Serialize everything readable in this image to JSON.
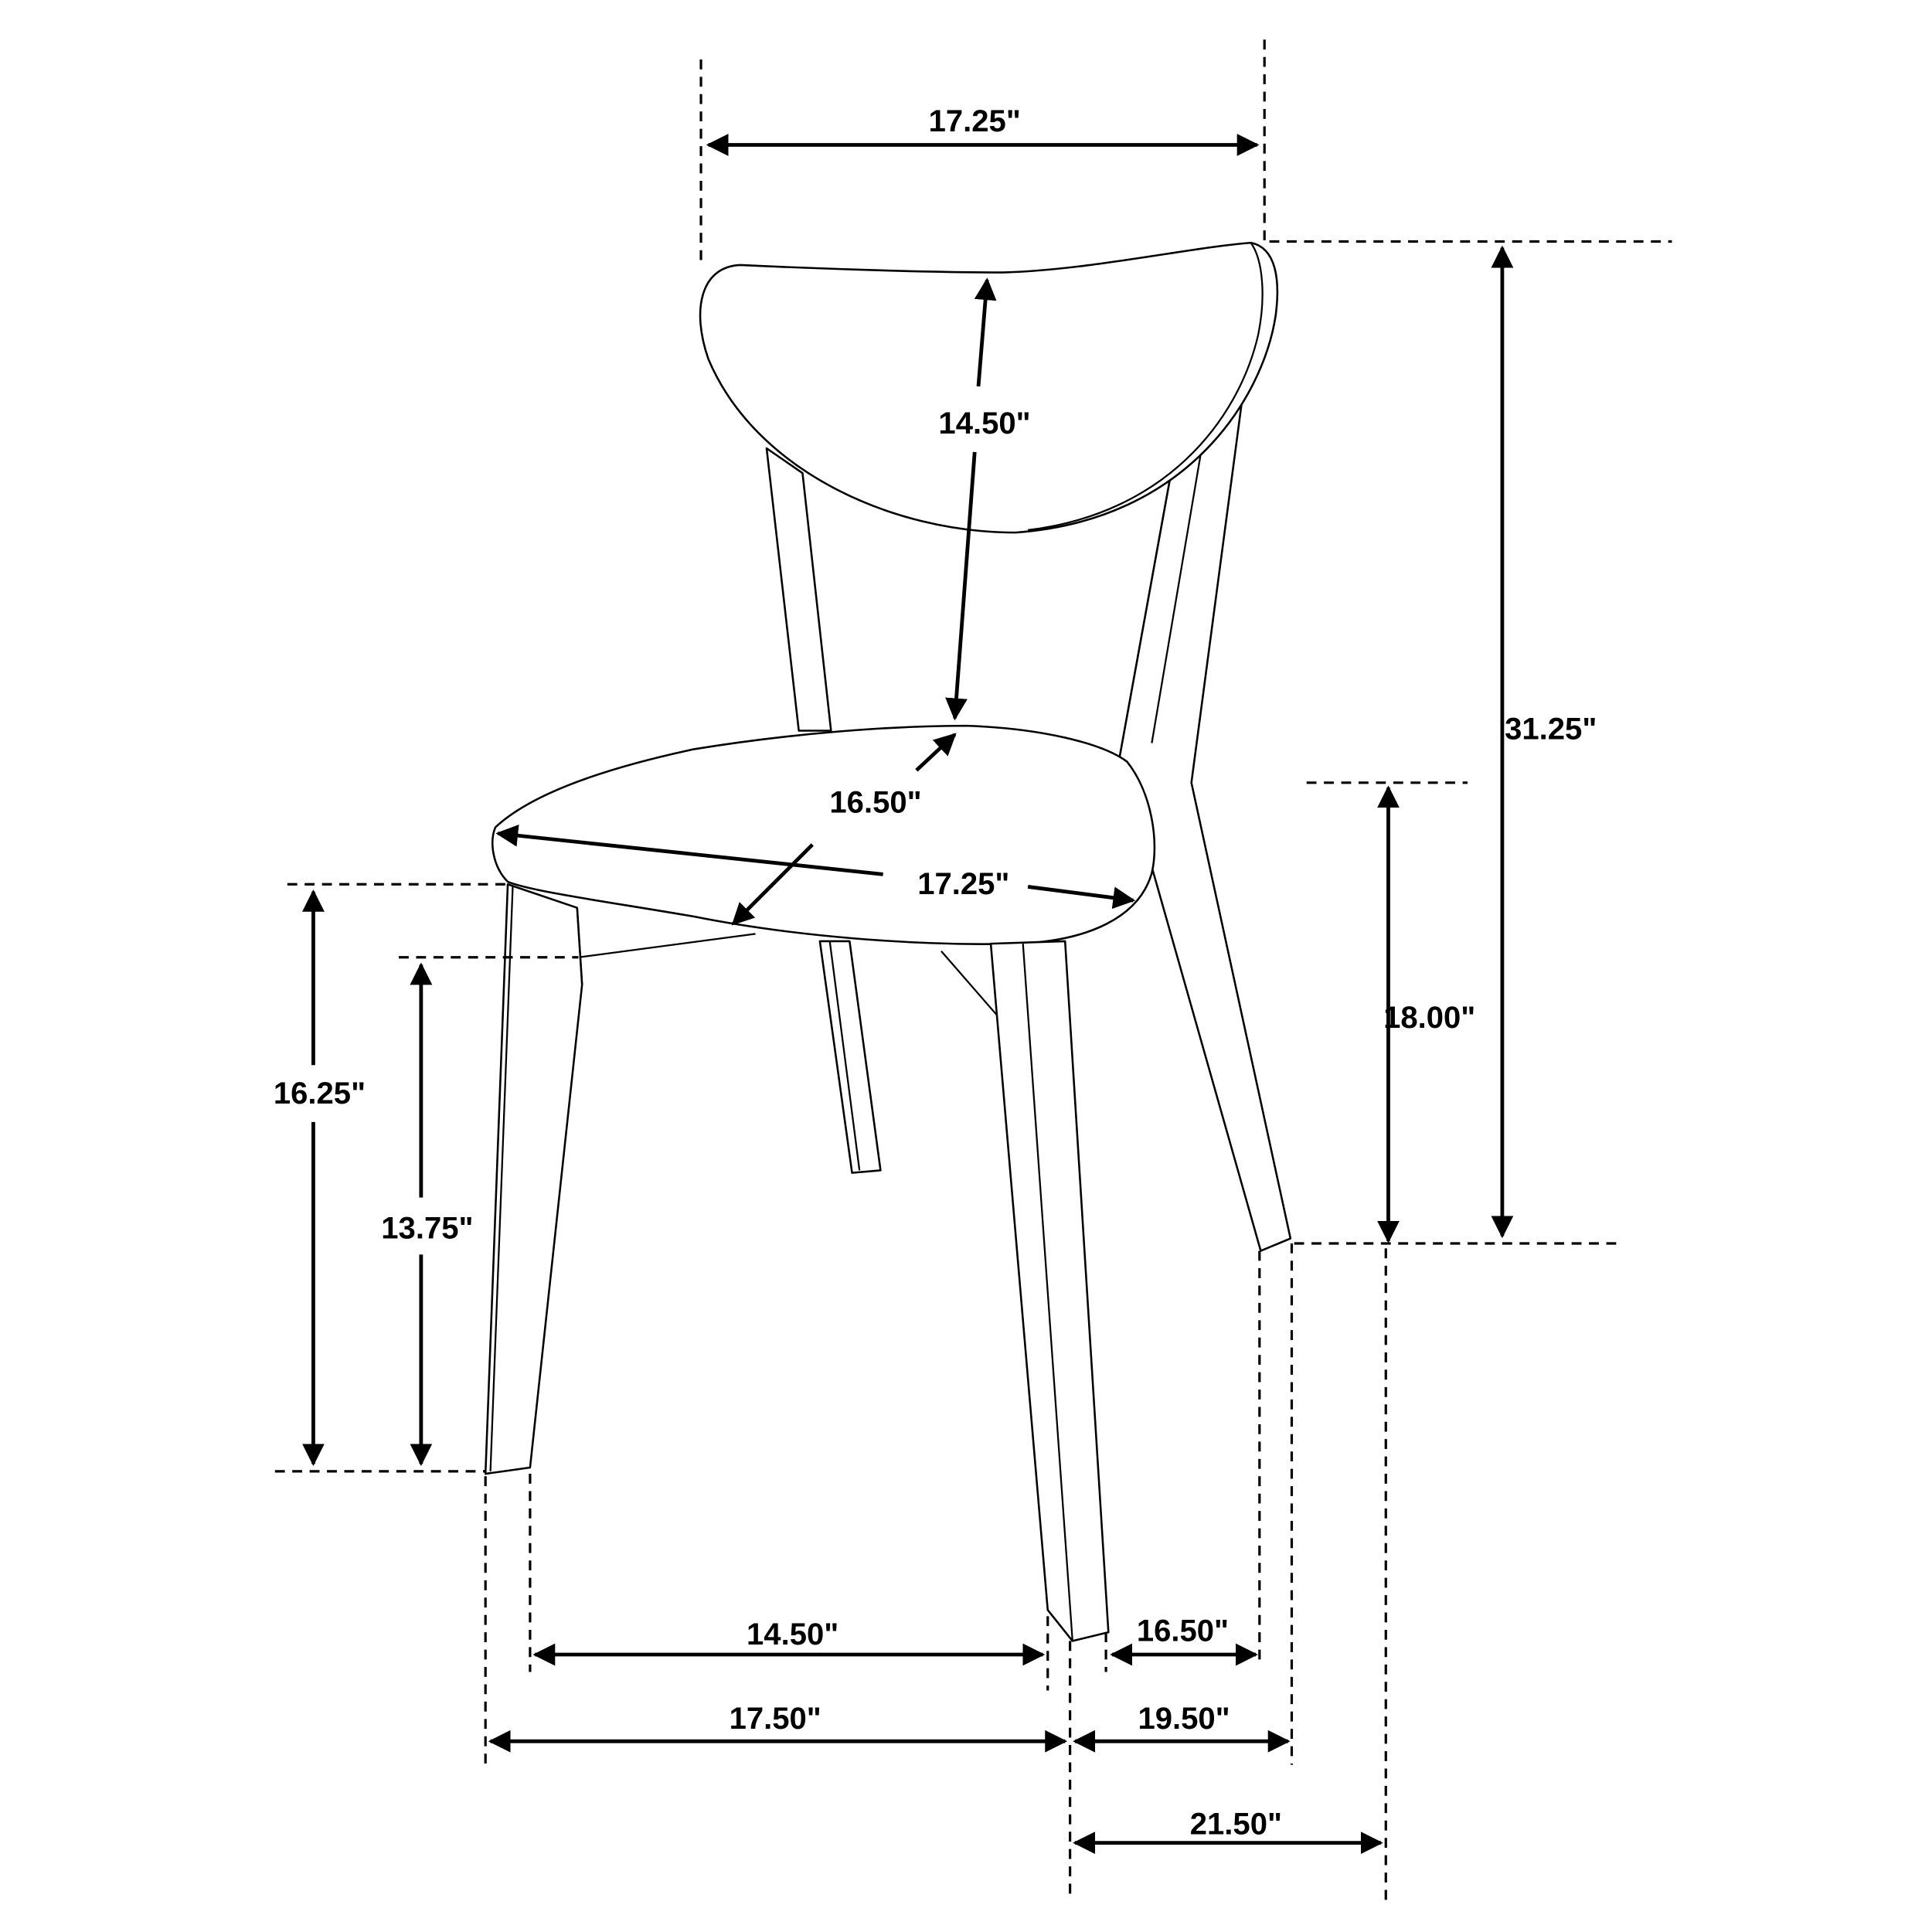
{
  "diagram": {
    "subject": "Dining chair dimension drawing",
    "units": "inches",
    "line_color": "#000000",
    "background": "#ffffff"
  },
  "dimensions": {
    "backrest_width": "17.25\"",
    "backrest_height": "14.50\"",
    "overall_height": "31.25\"",
    "seat_height": "18.00\"",
    "seat_depth": "16.50\"",
    "seat_width": "17.25\"",
    "front_apron_height": "16.25\"",
    "front_stretcher_height": "13.75\"",
    "leg_inner_width_front": "14.50\"",
    "leg_inner_depth_side": "16.50\"",
    "leg_outer_width_front": "17.50\"",
    "leg_outer_depth_side": "19.50\"",
    "overall_depth": "21.50\""
  }
}
